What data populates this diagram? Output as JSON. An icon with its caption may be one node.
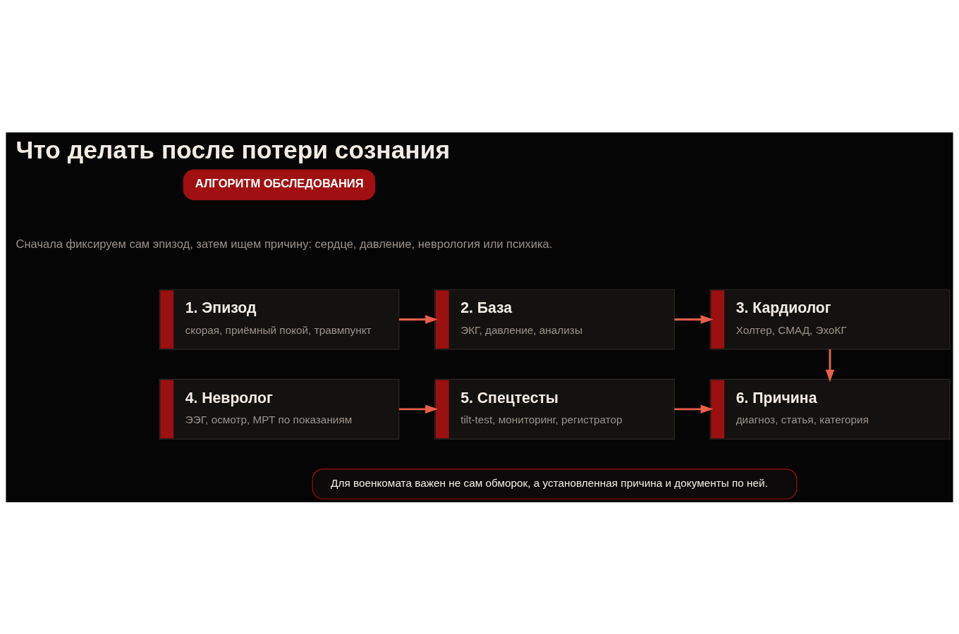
{
  "diagram": {
    "title": "Что делать после потери сознания",
    "nodes": [
      {
        "text": [
          "АЛГОРИТМ ОБСЛЕДОВАНИЯ"
        ]
      },
      {
        "text": [
          "1. Эпизод",
          "скорая, приёмный покой, травмпункт"
        ]
      },
      {
        "text": [
          "2. База",
          "ЭКГ, давление, анализы"
        ]
      },
      {
        "text": [
          "3. Кардиолог",
          "Холтер, СМАД, ЭхоКГ"
        ]
      },
      {
        "text": [
          "4. Невролог",
          "ЭЭГ, осмотр, МРТ по показаниям"
        ]
      },
      {
        "text": [
          "5. Спецтесты",
          "tilt-test, мониторинг, регистратор"
        ]
      },
      {
        "text": [
          "6. Причина",
          "диагноз, статья, категория"
        ]
      },
      {
        "text": [
          "Для военкомата важен не сам обморок, а установленная причина и документы по ней."
        ]
      }
    ],
    "edges": [
      {
        "from": 1,
        "to": 2,
        "arrow": "to"
      },
      {
        "from": 2,
        "to": 3,
        "arrow": "to"
      },
      {
        "from": 3,
        "to": 6,
        "arrow": "to"
      },
      {
        "from": 4,
        "to": 5,
        "arrow": "to"
      },
      {
        "from": 5,
        "to": 6,
        "arrow": "to"
      }
    ],
    "labels": [
      "Сначала фиксируем сам эпизод, затем ищем причину: сердце, давление, неврология или психика."
    ]
  }
}
